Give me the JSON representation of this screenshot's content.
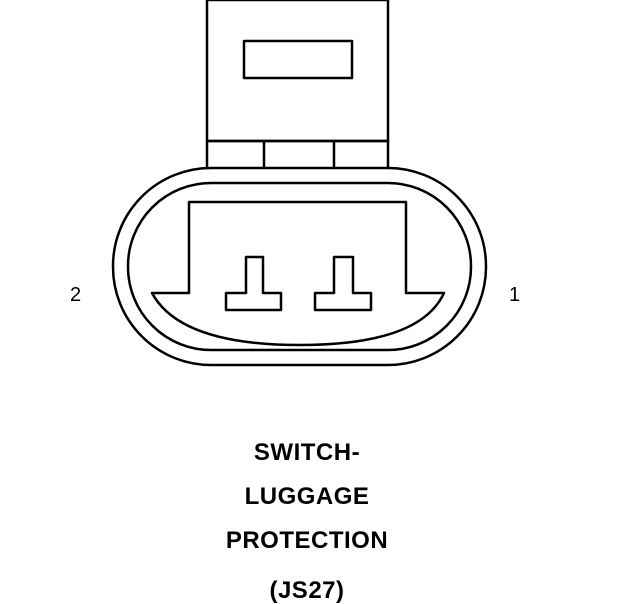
{
  "colors": {
    "line": "#000000",
    "background": "#ffffff"
  },
  "pins": {
    "left_label": "2",
    "right_label": "1"
  },
  "caption": {
    "line1": "SWITCH-",
    "line2": "LUGGAGE",
    "line3": "PROTECTION",
    "line4": "(JS27)"
  }
}
